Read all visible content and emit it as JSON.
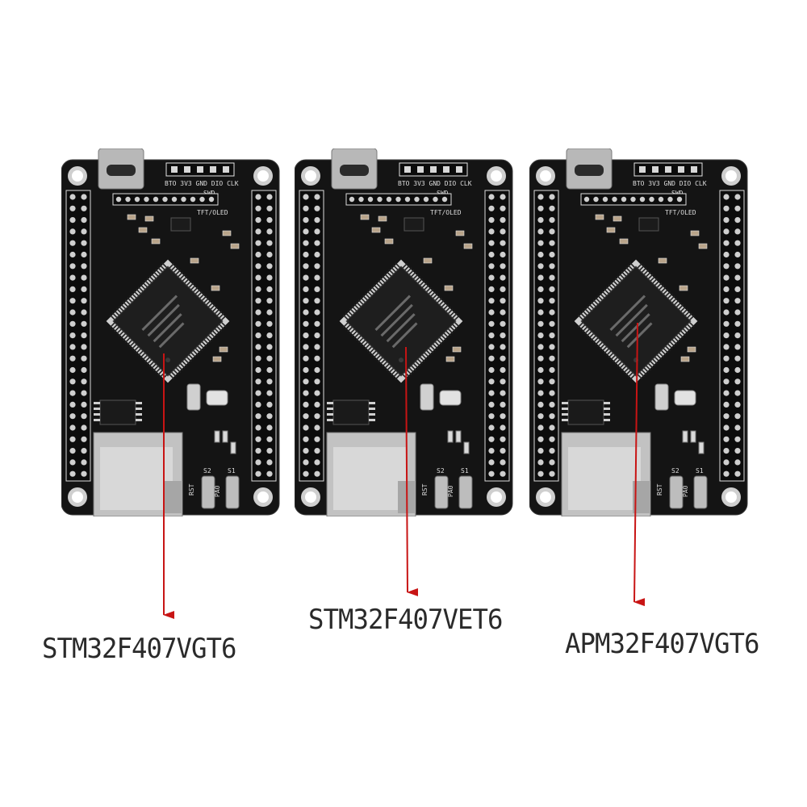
{
  "boards": [
    {
      "chip_label": "STM32F407VGT6",
      "silkscreen": {
        "swd_header": "BTO 3V3 GND DIO CLK",
        "swd": "SWD",
        "tft": "TFT/OLED",
        "rst": "RST",
        "pa0": "PA0",
        "s1": "S1",
        "s2": "S2"
      }
    },
    {
      "chip_label": "STM32F407VET6",
      "silkscreen": {
        "swd_header": "BTO 3V3 GND DIO CLK",
        "swd": "SWD",
        "tft": "TFT/OLED",
        "rst": "RST",
        "pa0": "PA0",
        "s1": "S1",
        "s2": "S2"
      }
    },
    {
      "chip_label": "APM32F407VGT6",
      "silkscreen": {
        "swd_header": "BTO 3V3 GND DIO CLK",
        "swd": "SWD",
        "tft": "TFT/OLED",
        "rst": "RST",
        "pa0": "PA0",
        "s1": "S1",
        "s2": "S2"
      }
    }
  ],
  "colors": {
    "pcb": "#141414",
    "arrow": "#c81414",
    "label": "#2a2a2a"
  }
}
